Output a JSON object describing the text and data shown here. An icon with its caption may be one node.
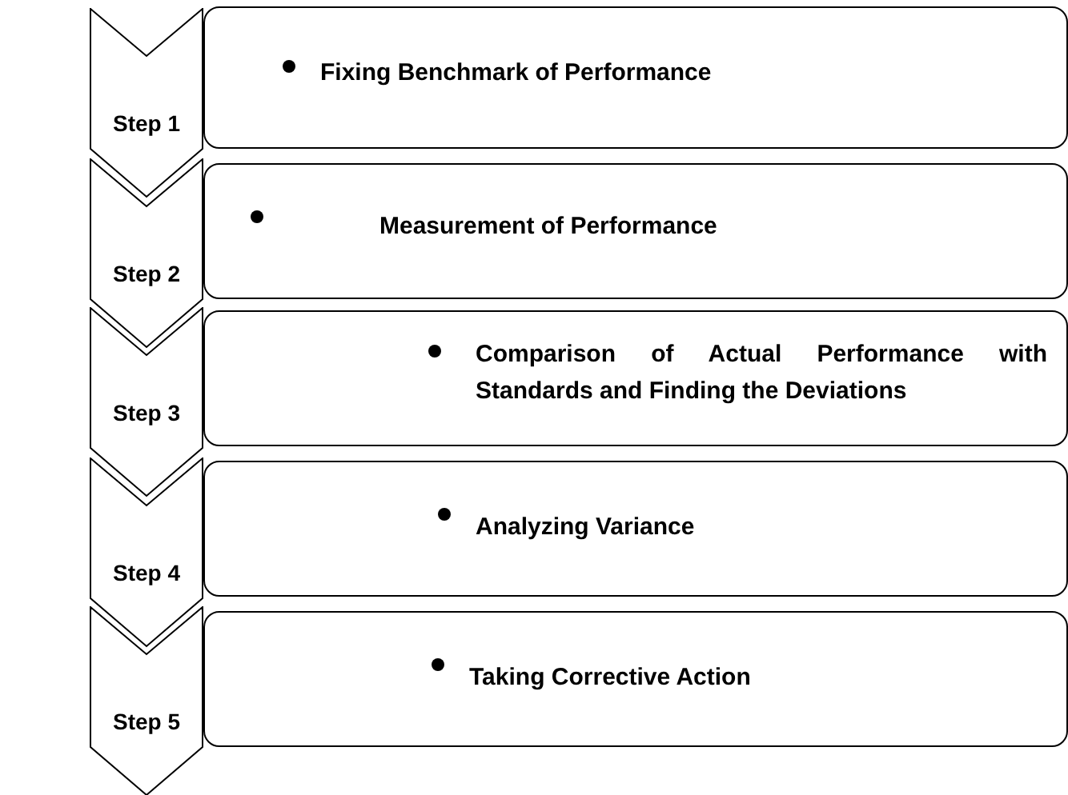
{
  "diagram": {
    "nodes": [
      {
        "text": [
          "Step 1"
        ]
      },
      {
        "text": [
          "Fixing Benchmark of Performance"
        ]
      },
      {
        "text": [
          "Step 2"
        ]
      },
      {
        "text": [
          "Measurement of Performance"
        ]
      },
      {
        "text": [
          "Step 3"
        ]
      },
      {
        "text": [
          "Comparison of Actual Performance with Standards and Finding the Deviations"
        ]
      },
      {
        "text": [
          "Step 4"
        ]
      },
      {
        "text": [
          "Analyzing Variance"
        ]
      },
      {
        "text": [
          "Step 5"
        ]
      },
      {
        "text": [
          "Taking Corrective Action"
        ]
      }
    ]
  }
}
